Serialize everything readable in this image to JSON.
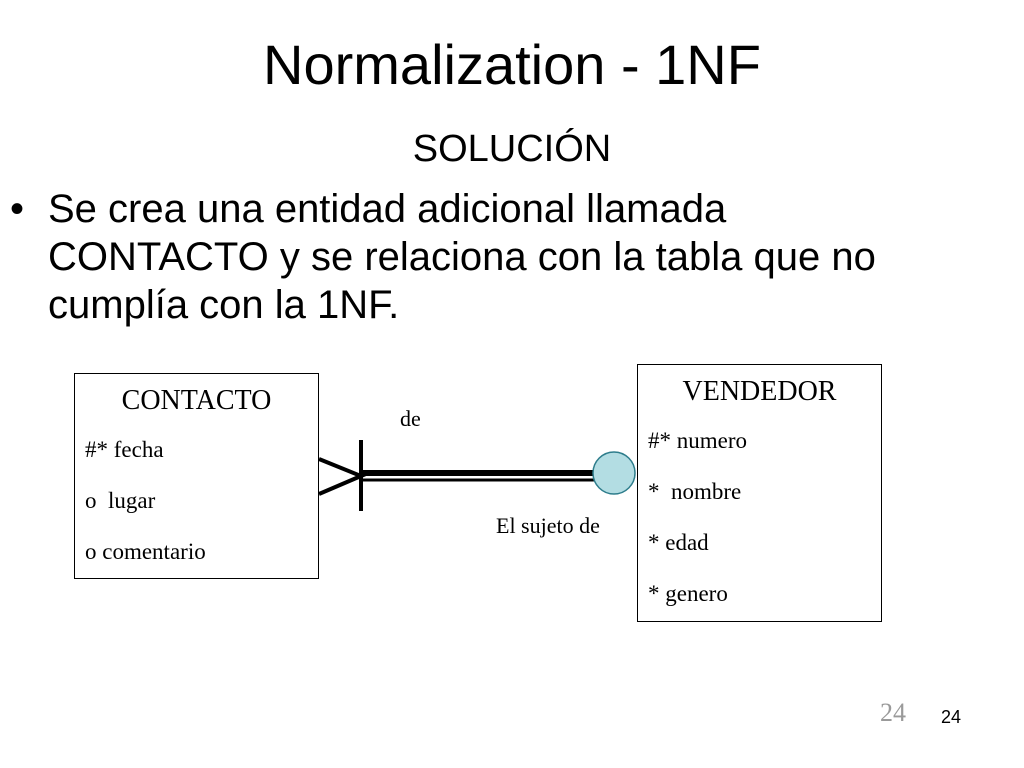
{
  "slide": {
    "title": "Normalization - 1NF",
    "subtitle": "SOLUCIÓN",
    "bullets": [
      {
        "mark": "•",
        "lines": [
          "Se crea una entidad adicional llamada",
          "CONTACTO y se relaciona con la tabla que no",
          "cumplía con la 1NF."
        ]
      }
    ],
    "page_number_serif": "24",
    "page_number_sans": "24"
  },
  "diagram": {
    "entities": {
      "contacto": {
        "name": "CONTACTO",
        "attributes": [
          "#* fecha",
          "o  lugar",
          "o comentario"
        ]
      },
      "vendedor": {
        "name": "VENDEDOR",
        "attributes": [
          "#* numero",
          "*  nombre",
          "* edad",
          "* genero"
        ]
      }
    },
    "relationship": {
      "label_top": "de",
      "label_bottom": "El sujeto de",
      "colors": {
        "line": "#000000",
        "optional_circle_fill": "#b3dde3",
        "optional_circle_stroke": "#2e7d8c"
      }
    }
  }
}
